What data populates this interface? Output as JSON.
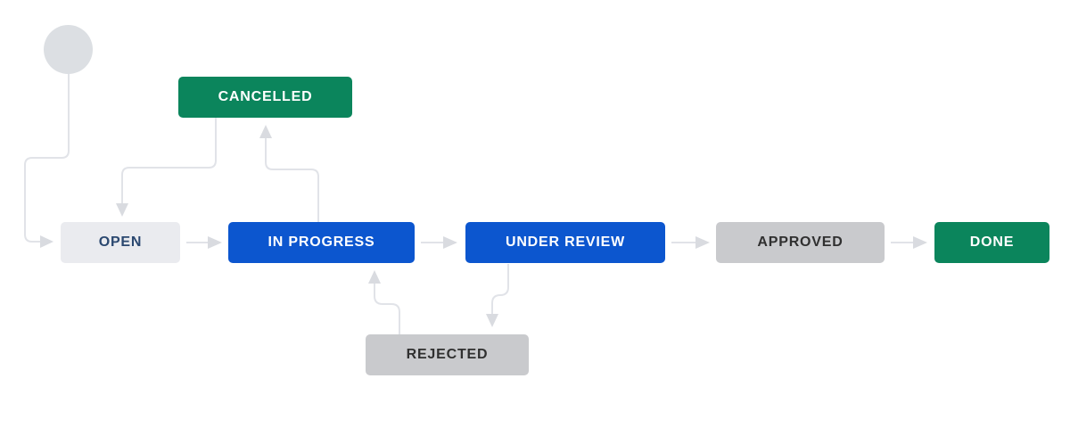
{
  "diagram": {
    "kind": "issue-workflow",
    "nodes": [
      {
        "id": "start",
        "label": "",
        "type": "start-point",
        "color": "#DCDFE3"
      },
      {
        "id": "open",
        "label": "OPEN",
        "type": "status",
        "bg": "#EAEBEF",
        "text_color": "#2B4870"
      },
      {
        "id": "in-progress",
        "label": "IN PROGRESS",
        "type": "status",
        "bg": "#0C56CF",
        "text_color": "#FFFFFF"
      },
      {
        "id": "under-review",
        "label": "UNDER REVIEW",
        "type": "status",
        "bg": "#0C56CF",
        "text_color": "#FFFFFF"
      },
      {
        "id": "approved",
        "label": "APPROVED",
        "type": "status",
        "bg": "#C9CACD",
        "text_color": "#303030"
      },
      {
        "id": "done",
        "label": "DONE",
        "type": "status",
        "bg": "#0B855C",
        "text_color": "#FFFFFF"
      },
      {
        "id": "cancelled",
        "label": "CANCELLED",
        "type": "status",
        "bg": "#0B855C",
        "text_color": "#FFFFFF"
      },
      {
        "id": "rejected",
        "label": "REJECTED",
        "type": "status",
        "bg": "#C9CACD",
        "text_color": "#303030"
      }
    ],
    "transitions": [
      {
        "from": "start",
        "to": "open"
      },
      {
        "from": "open",
        "to": "in-progress"
      },
      {
        "from": "in-progress",
        "to": "under-review"
      },
      {
        "from": "under-review",
        "to": "approved"
      },
      {
        "from": "approved",
        "to": "done"
      },
      {
        "from": "in-progress",
        "to": "cancelled"
      },
      {
        "from": "cancelled",
        "to": "open"
      },
      {
        "from": "under-review",
        "to": "rejected"
      },
      {
        "from": "rejected",
        "to": "in-progress"
      }
    ],
    "colors": {
      "background": "#FFFFFF",
      "connector_line": "#E1E3E8",
      "arrowhead": "#D9DBE0",
      "start_circle": "#DCDFE3",
      "status_blue": "#0C56CF",
      "status_green": "#0B855C",
      "status_light_gray": "#EAEBEF",
      "status_gray": "#C9CACD"
    }
  }
}
